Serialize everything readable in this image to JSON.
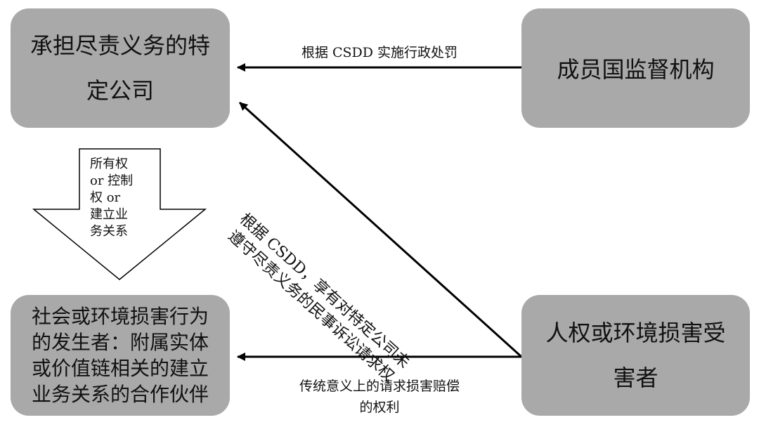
{
  "nodes": {
    "company": {
      "lines": [
        "承担尽责义务的特",
        "定公司"
      ]
    },
    "regulator": {
      "lines": [
        "成员国监督机构"
      ]
    },
    "actor": {
      "lines": [
        "社会或环境损害行为",
        "的发生者：附属实体",
        "或价值链相关的建立",
        "业务关系的合作伙伴"
      ]
    },
    "victim": {
      "lines": [
        "人权或环境损害受",
        "害者"
      ]
    }
  },
  "edges": {
    "penalty": {
      "lines": [
        "根据 CSDD 实施行政处罚"
      ]
    },
    "civil": {
      "lines": [
        "根据 CSDD，享有对特定公司未",
        "遵守尽责义务的民事诉讼请求权"
      ]
    },
    "traditional": {
      "lines": [
        "传统意义上的请求损害赔偿",
        "的权利"
      ]
    },
    "ownership": {
      "lines": [
        "所有权",
        "or 控制",
        "权 or",
        "建立业",
        "务关系"
      ]
    }
  },
  "colors": {
    "box_fill": "#a9a9a9",
    "line": "#000000",
    "text": "#111111"
  }
}
